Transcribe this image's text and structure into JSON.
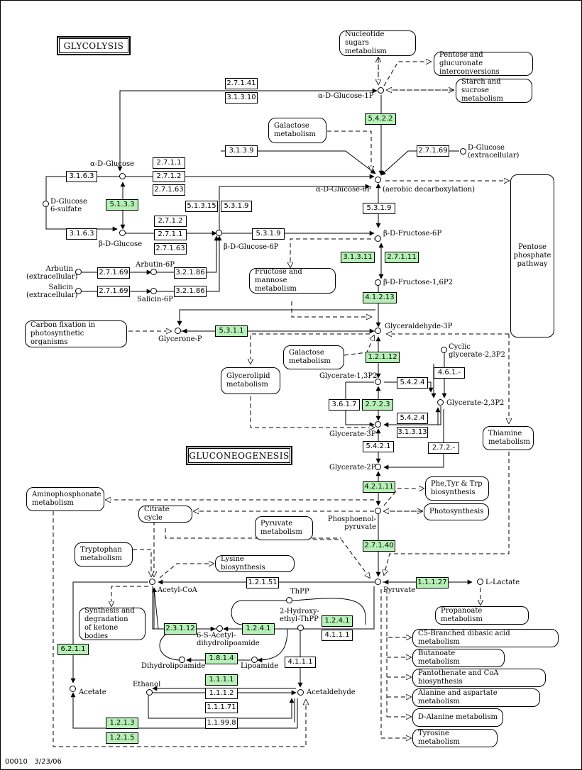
{
  "titles": {
    "glycolysis": "GLYCOLYSIS",
    "gluconeogenesis": "GLUCONEOGENESIS"
  },
  "footer": {
    "map_id": "00010",
    "date": "3/23/06"
  },
  "colors": {
    "highlight": "#b6f0b6",
    "line": "#000000",
    "background": "#ffffff"
  },
  "enzymes": [
    "2.7.1.41",
    "3.1.3.10",
    "5.4.2.2",
    "3.1.3.9",
    "2.7.1.69",
    "2.7.1.1",
    "2.7.1.2",
    "2.7.1.63",
    "3.1.6.3",
    "5.1.3.3",
    "5.1.3.15",
    "5.3.1.9",
    "3.1.6.3",
    "2.7.1.2",
    "2.7.1.1",
    "2.7.1.63",
    "5.3.1.9",
    "5.3.1.9",
    "3.1.3.11",
    "2.7.1.11",
    "2.7.1.69",
    "3.2.1.86",
    "2.7.1.69",
    "3.2.1.86",
    "4.1.2.13",
    "5.3.1.1",
    "1.2.1.12",
    "4.6.1.-",
    "5.4.2.4",
    "3.6.1.7",
    "2.7.2.3",
    "5.4.2.4",
    "3.1.3.13",
    "5.4.2.1",
    "2.7.2.-",
    "4.2.1.11",
    "2.7.1.40",
    "1.2.1.51",
    "1.1.1.27",
    "2.3.1.12",
    "1.2.4.1",
    "1.2.4.1",
    "4.1.1.1",
    "6.2.1.1",
    "1.8.1.4",
    "4.1.1.1",
    "1.1.1.1",
    "1.1.1.2",
    "1.1.1.71",
    "1.1.99.8",
    "1.2.1.3",
    "1.2.1.5"
  ],
  "maps": [
    "Nucleotide sugars\nmetabolism",
    "Pentose and glucuronate\ninterconversions",
    "Starch and sucrose\nmetabolism",
    "Galactose\nmetabolism",
    "Pentose\nphosphate\npathway",
    "Fructose and\nmannose metabolism",
    "Carbon fixation in\nphotosynthetic organisms",
    "Galactose\nmetabolism",
    "Glycerolipid\nmetabolism",
    "Thiamine\nmetabolism",
    "Aminophosphonate\nmetabolism",
    "Phe,Tyr & Trp\nbiosynthesis",
    "Photosynthesis",
    "Citrate cycle",
    "Pyruvate\nmetabolism",
    "Tryptophan\nmetabolism",
    "Lysine biosynthesis",
    "Propanoate metabolism",
    "Synthesis and\ndegradation\nof ketone bodies",
    "C5-Branched dibasic acid metabolism",
    "Butanoate metabolism",
    "Pantothenate and CoA biosynthesis",
    "Alanine and aspartate metabolism",
    "D-Alanine metabolism",
    "Tyrosine metabolism"
  ],
  "compounds": [
    "α-D-Glucose-1P",
    "D-Glucose\n(extracellular)",
    "α-D-Glucose",
    "α-D-Glucose-6P",
    "(aerobic decarboxylation)",
    "D-Glucose\n6-sulfate",
    "β-D-Glucose",
    "β-D-Glucose-6P",
    "β-D-Fructose-6P",
    "Arbutin\n(extracellular)",
    "Arbutin-6P",
    "Salicin\n(extracellular)",
    "Salicin-6P",
    "β-D-Fructose-1,6P2",
    "Glycerone-P",
    "Glyceraldehyde-3P",
    "Cyclic\nglycerate-2,3P2",
    "Glycerate-1,3P2",
    "Glycerate-2,3P2",
    "Glycerate-3P",
    "Glycerate-2P",
    "Phosphoenol-\npyruvate",
    "Acetyl-CoA",
    "Pyruvate",
    "L-Lactate",
    "ThPP",
    "2-Hydroxy-\nethyl-ThPP",
    "6-S-Acetyl-\ndihydrolipoamide",
    "Dihydrolipoamide",
    "Lipoamide",
    "Acetate",
    "Ethanol",
    "Acetaldehyde"
  ]
}
